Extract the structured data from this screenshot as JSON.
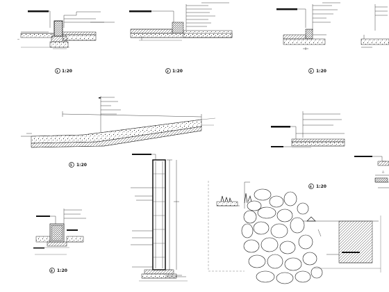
{
  "details": [
    {
      "id": "detail-1",
      "scale_label": "1:20"
    },
    {
      "id": "detail-2",
      "scale_label": "1:20"
    },
    {
      "id": "detail-3",
      "scale_label": "1:20"
    },
    {
      "id": "detail-5",
      "scale_label": "1:20"
    },
    {
      "id": "detail-6",
      "scale_label": "1:20"
    },
    {
      "id": "detail-8",
      "scale_label": "1:20"
    }
  ]
}
